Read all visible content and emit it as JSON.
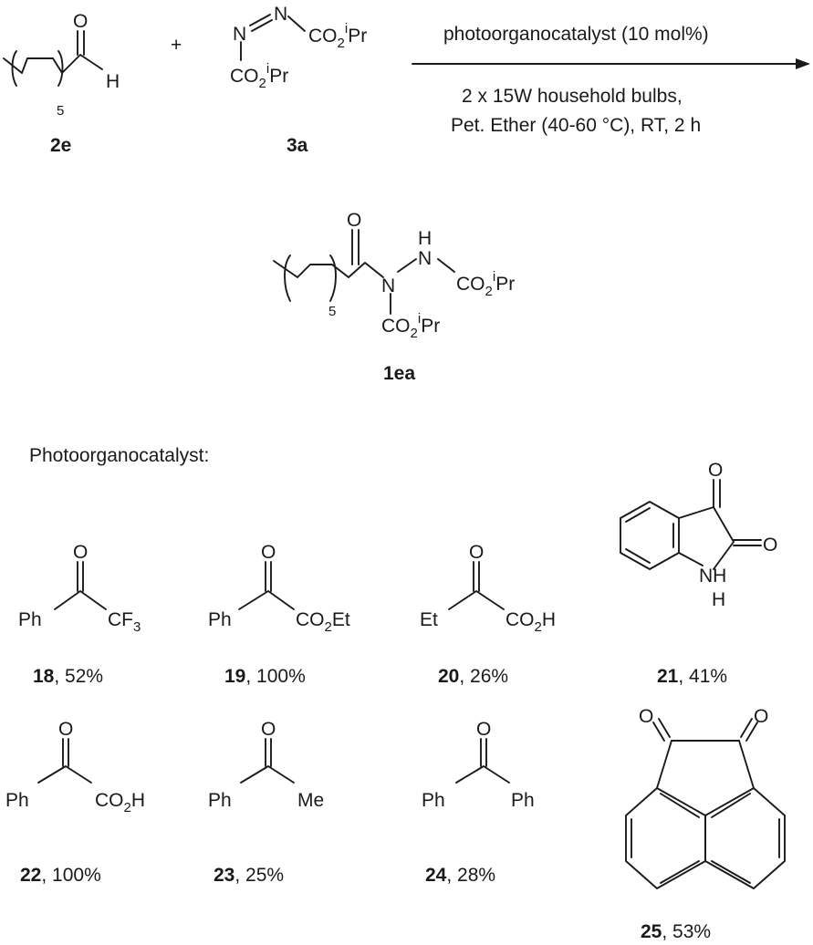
{
  "reaction": {
    "reagent_aldehyde": {
      "id": "2e",
      "h": "H",
      "o": "O",
      "n": "5"
    },
    "reagent_azo": {
      "id": "3a",
      "n1": "N",
      "n2": "N",
      "ester_main": "CO",
      "ester_sub": "2",
      "ester_sup": "i",
      "ester_end": "Pr"
    },
    "plus": "+",
    "conditions_top": "photoorganocatalyst (10 mol%)",
    "conditions_line1": "2 x 15W household bulbs,",
    "conditions_line2": "Pet. Ether (40-60 °C), RT, 2 h",
    "product": {
      "id": "1ea",
      "o": "O",
      "n": "N",
      "h": "H",
      "repeat": "5"
    }
  },
  "catalyst_section": {
    "title": "Photoorganocatalyst:"
  },
  "catalysts": [
    {
      "id": "18",
      "yield": ", 52%",
      "left": "Ph",
      "right": "CF",
      "right_sub": "3",
      "o": "O"
    },
    {
      "id": "19",
      "yield": ", 100%",
      "left": "Ph",
      "right": "CO",
      "right_sub": "2",
      "right_end": "Et",
      "o": "O"
    },
    {
      "id": "20",
      "yield": ", 26%",
      "left": "Et",
      "right": "CO",
      "right_sub": "2",
      "right_end": "H",
      "o": "O"
    },
    {
      "id": "21",
      "yield": ", 41%",
      "o1": "O",
      "o2": "O",
      "nh_n": "NH",
      "nh_h": "H"
    },
    {
      "id": "22",
      "yield": ", 100%",
      "left": "Ph",
      "right": "CO",
      "right_sub": "2",
      "right_end": "H",
      "o": "O"
    },
    {
      "id": "23",
      "yield": ", 25%",
      "left": "Ph",
      "right": "Me",
      "o": "O"
    },
    {
      "id": "24",
      "yield": ", 28%",
      "left": "Ph",
      "right": "Ph",
      "o": "O"
    },
    {
      "id": "25",
      "yield": ", 53%",
      "o1": "O",
      "o2": "O"
    }
  ]
}
